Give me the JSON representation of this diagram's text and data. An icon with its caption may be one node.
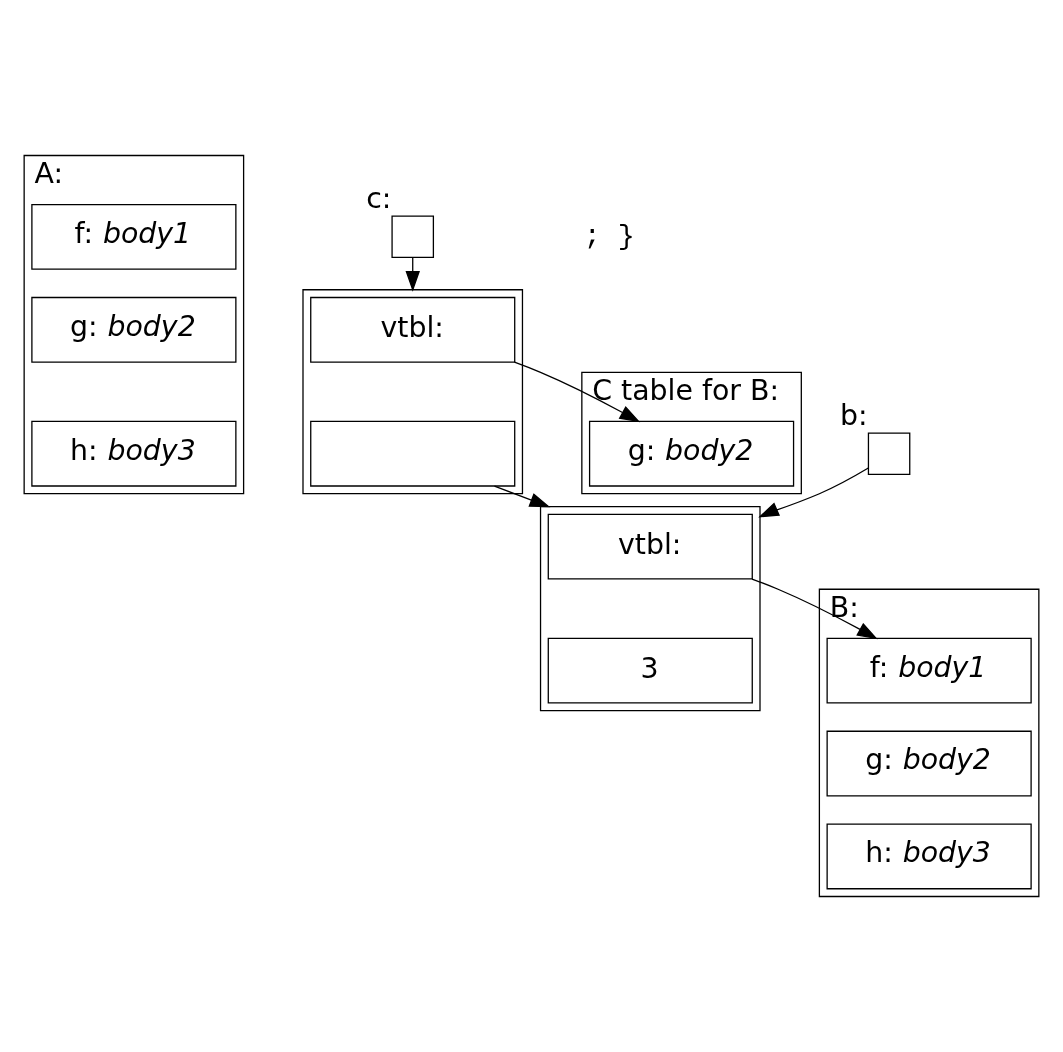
{
  "diagram": {
    "nodes": [
      {
        "text": [
          "A:"
        ]
      },
      {
        "text": [
          "f: *body1*"
        ],
        "in": 0
      },
      {
        "text": [
          "g: *body2*"
        ],
        "in": 0
      },
      {
        "text": [
          "h: *body3*"
        ],
        "in": 0
      },
      {
        "text": [],
        "shape": "box",
        "beside": [
          "c:"
        ]
      },
      {
        "text": [],
        "shape": "box"
      },
      {
        "text": [
          "vtbl:"
        ],
        "in": 5
      },
      {
        "text": [],
        "shape": "box",
        "in": 5
      },
      {
        "text": [
          "C table for B:"
        ]
      },
      {
        "text": [
          "g: *body2*"
        ],
        "in": 8
      },
      {
        "text": [],
        "shape": "box",
        "beside": [
          "b:"
        ]
      },
      {
        "text": [
          "B:"
        ]
      },
      {
        "text": [
          "f: *body1*"
        ],
        "in": 11
      },
      {
        "text": [
          "g: *body2*"
        ],
        "in": 11
      },
      {
        "text": [
          "h: *body3*"
        ],
        "in": 11
      },
      {
        "text": [],
        "shape": "box"
      },
      {
        "text": [
          "vtbl:"
        ],
        "in": 15
      },
      {
        "text": [
          "3"
        ],
        "in": 15
      }
    ],
    "edges": [
      {
        "from": 4,
        "to": 5,
        "arrow": "to"
      },
      {
        "from": 6,
        "to": 9,
        "arrow": "to"
      },
      {
        "from": 7,
        "to": 15,
        "arrow": "to"
      },
      {
        "from": 10,
        "to": 15,
        "arrow": "to"
      },
      {
        "from": 16,
        "to": 12,
        "arrow": "to"
      }
    ],
    "labels": [
      "; }"
    ]
  }
}
